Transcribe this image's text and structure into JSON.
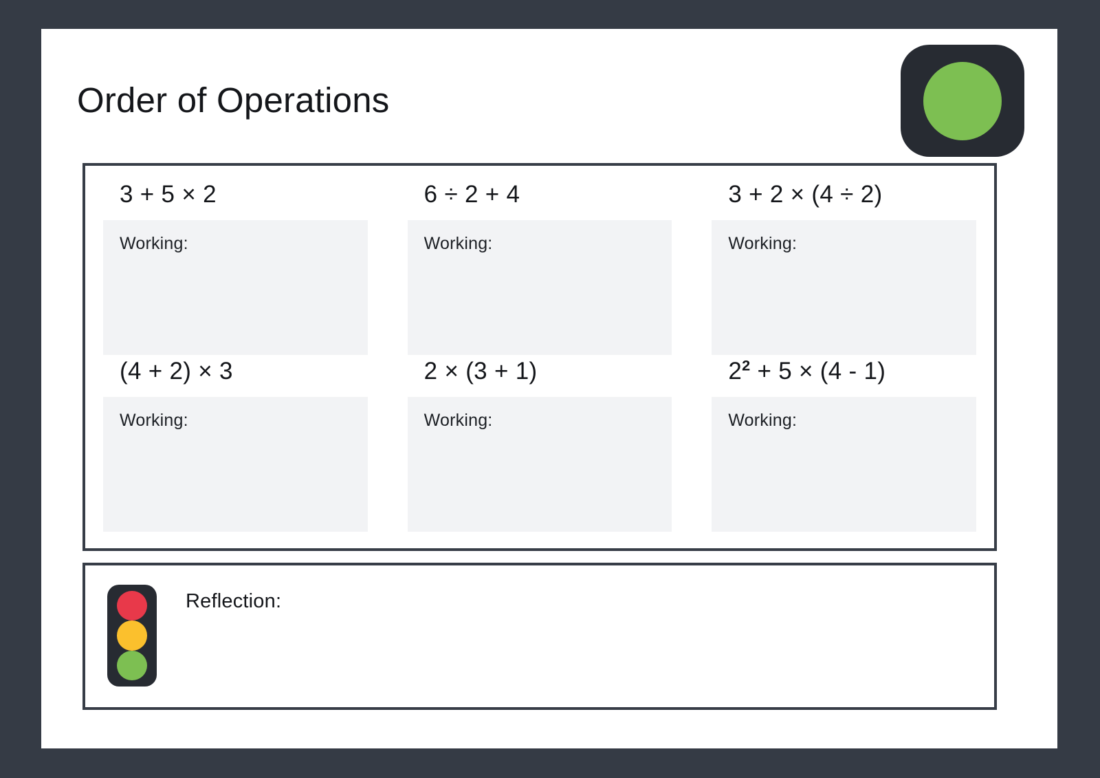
{
  "page": {
    "title": "Order of Operations",
    "background_color": "#353b45",
    "paper_color": "#ffffff",
    "border_color": "#373d47"
  },
  "brand": {
    "badge_icon": "rounded-square-badge",
    "dot_icon": "green-circle-icon",
    "badge_color": "#272b32",
    "dot_color": "#7dbf52"
  },
  "problems": [
    {
      "expression_prefix": "3 + 5 × 2",
      "exponent": "",
      "expression_suffix": "",
      "working_label": "Working:"
    },
    {
      "expression_prefix": "6 ÷ 2 + 4",
      "exponent": "",
      "expression_suffix": "",
      "working_label": "Working:"
    },
    {
      "expression_prefix": "3 + 2 × (4 ÷ 2)",
      "exponent": "",
      "expression_suffix": "",
      "working_label": "Working:"
    },
    {
      "expression_prefix": "(4 + 2) × 3",
      "exponent": "",
      "expression_suffix": "",
      "working_label": "Working:"
    },
    {
      "expression_prefix": "2 × (3 + 1)",
      "exponent": "",
      "expression_suffix": "",
      "working_label": "Working:"
    },
    {
      "expression_prefix": "2",
      "exponent": "2",
      "expression_suffix": " + 5 × (4 - 1)",
      "working_label": "Working:"
    }
  ],
  "reflection": {
    "label": "Reflection:",
    "traffic_light_icon": "traffic-light-icon",
    "lamps": [
      {
        "name": "red-lamp",
        "color": "#e8394a"
      },
      {
        "name": "amber-lamp",
        "color": "#fbc02d"
      },
      {
        "name": "green-lamp",
        "color": "#7dbf52"
      }
    ]
  }
}
